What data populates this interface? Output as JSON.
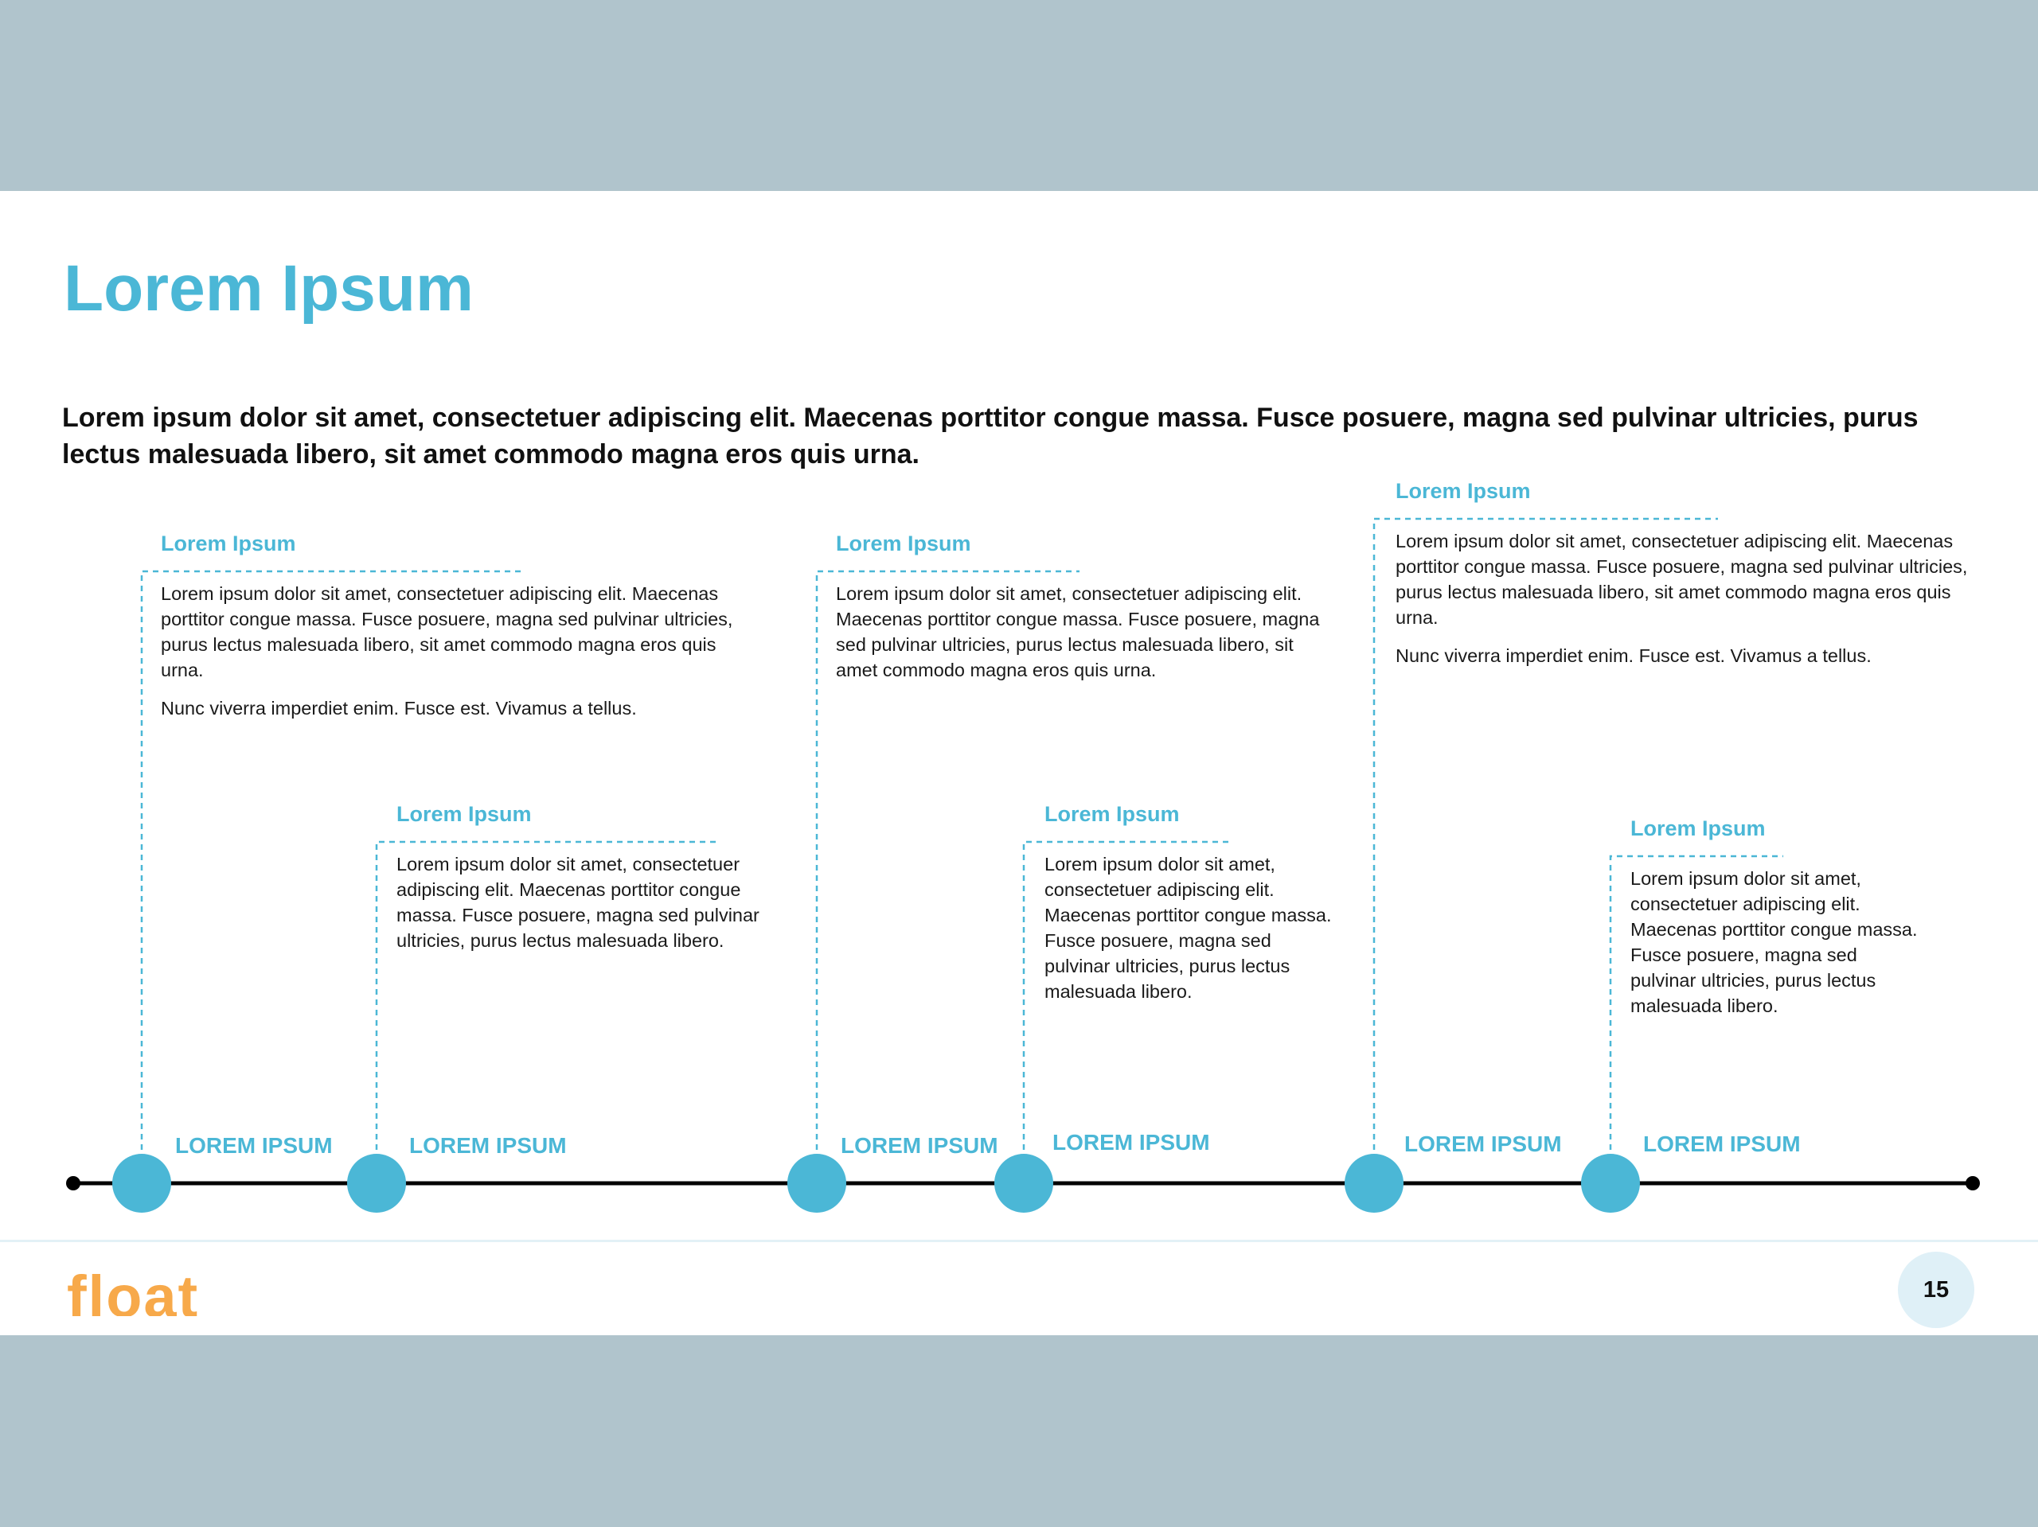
{
  "slide": {
    "title": "Lorem Ipsum",
    "subtitle": "Lorem ipsum dolor sit amet, consectetuer adipiscing elit. Maecenas porttitor congue massa. Fusce posuere, magna sed pulvinar ultricies, purus lectus malesuada libero, sit amet commodo magna eros quis urna."
  },
  "timeline": {
    "milestones": [
      {
        "label": "LOREM IPSUM",
        "card_title": "Lorem Ipsum",
        "paragraphs": [
          "Lorem ipsum dolor sit amet, consectetuer adipiscing elit. Maecenas porttitor congue massa. Fusce posuere, magna sed pulvinar ultricies, purus lectus malesuada libero, sit amet commodo magna eros quis urna.",
          "Nunc viverra imperdiet enim. Fusce est. Vivamus a tellus."
        ]
      },
      {
        "label": "LOREM IPSUM",
        "card_title": "Lorem Ipsum",
        "paragraphs": [
          "Lorem ipsum dolor sit amet, consectetuer adipiscing elit. Maecenas porttitor congue massa. Fusce posuere, magna sed pulvinar ultricies, purus lectus malesuada libero."
        ]
      },
      {
        "label": "LOREM IPSUM",
        "card_title": "Lorem Ipsum",
        "paragraphs": [
          "Lorem ipsum dolor sit amet, consectetuer adipiscing elit. Maecenas porttitor congue massa. Fusce posuere, magna sed pulvinar ultricies, purus lectus malesuada libero, sit amet commodo magna eros quis urna."
        ]
      },
      {
        "label": "LOREM IPSUM",
        "card_title": "Lorem Ipsum",
        "paragraphs": [
          "Lorem ipsum dolor sit amet, consectetuer adipiscing elit. Maecenas porttitor congue massa. Fusce posuere, magna sed pulvinar ultricies, purus lectus malesuada libero."
        ]
      },
      {
        "label": "LOREM IPSUM",
        "card_title": "Lorem Ipsum",
        "paragraphs": [
          "Lorem ipsum dolor sit amet, consectetuer adipiscing elit. Maecenas porttitor congue massa. Fusce posuere, magna sed pulvinar ultricies, purus lectus malesuada libero, sit amet commodo magna eros quis urna.",
          "Nunc viverra imperdiet enim. Fusce est. Vivamus a tellus."
        ]
      },
      {
        "label": "LOREM IPSUM",
        "card_title": "Lorem Ipsum",
        "paragraphs": [
          "Lorem ipsum dolor sit amet, consectetuer adipiscing elit. Maecenas porttitor congue massa. Fusce posuere, magna sed pulvinar ultricies, purus lectus malesuada libero."
        ]
      }
    ]
  },
  "footer": {
    "logo_text": "float",
    "page_number": "15"
  },
  "colors": {
    "accent": "#4bb7d6",
    "logo": "#f7a94a",
    "timeline_line": "#000000",
    "band": "#b0c4cc"
  }
}
